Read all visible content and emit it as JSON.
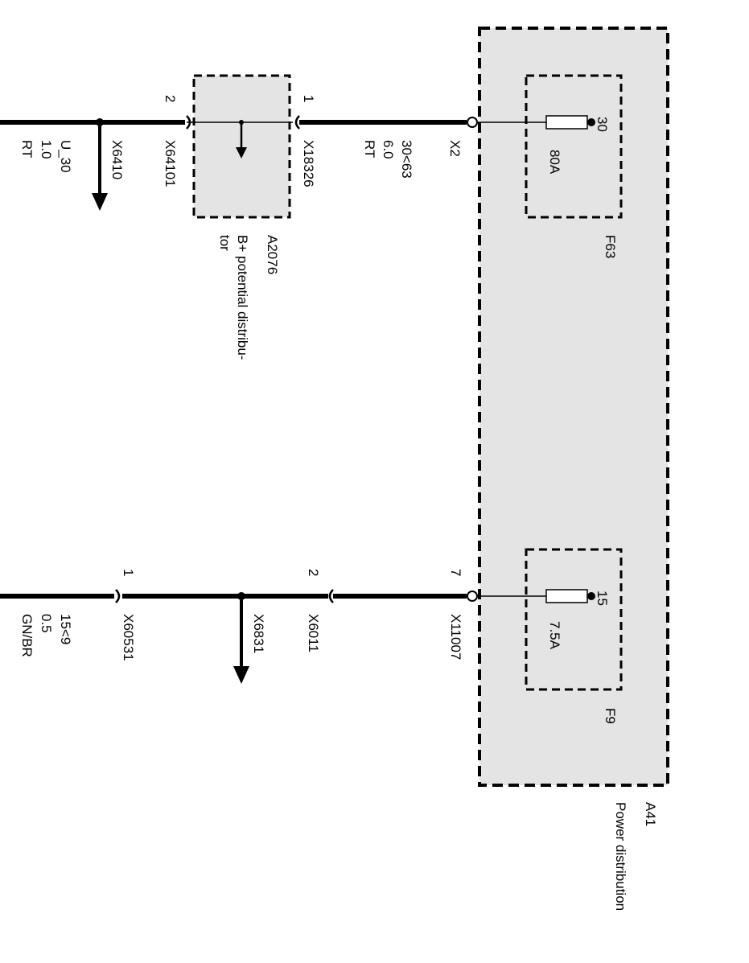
{
  "colors": {
    "module_fill": "#e4e4e4",
    "line": "#000000",
    "background": "#ffffff"
  },
  "power_distribution": {
    "id": "A41",
    "name": "Power distribution",
    "fuses": [
      {
        "id": "F63",
        "terminal": "30",
        "rating": "80A"
      },
      {
        "id": "F9",
        "terminal": "15",
        "rating": "7.5A"
      }
    ]
  },
  "b_plus_distributor": {
    "id": "A2076",
    "name_line1": "B+ potential distribu-",
    "name_line2": "tor"
  },
  "circuit_top": {
    "connector_x2": "X2",
    "wire_right": {
      "signal": "30<63",
      "gauge": "6.0",
      "color": "RT"
    },
    "connector_x18326": {
      "id": "X18326",
      "pin": "1"
    },
    "connector_x64101": {
      "id": "X64101",
      "pin": "2"
    },
    "splice": "X6410",
    "wire_left": {
      "signal": "U_30",
      "gauge": "1.0",
      "color": "RT"
    }
  },
  "circuit_bottom": {
    "connector_x11007": {
      "id": "X11007",
      "pin": "7"
    },
    "connector_x6011": {
      "id": "X6011",
      "pin": "2"
    },
    "splice": "X6831",
    "connector_x60531": {
      "id": "X60531",
      "pin": "1"
    },
    "wire_left": {
      "signal": "15<9",
      "gauge": "0.5",
      "color": "GN/BR"
    }
  }
}
